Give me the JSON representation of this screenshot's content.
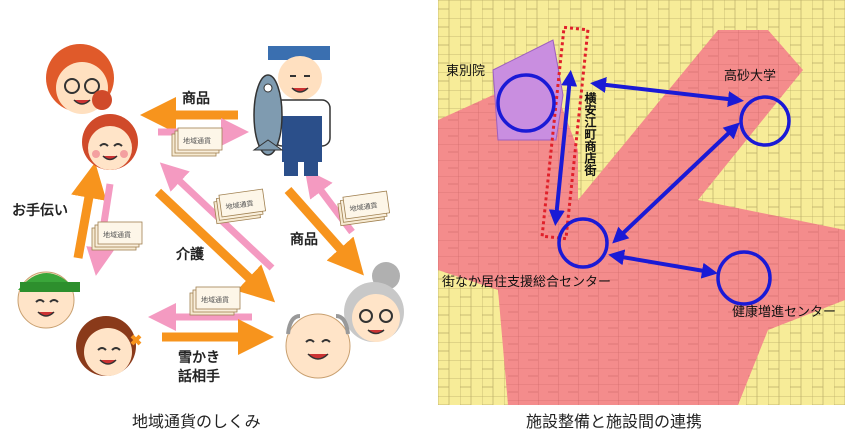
{
  "left": {
    "caption": "地域通貨のしくみ",
    "labels": {
      "goods_top": "商品",
      "help": "お手伝い",
      "care": "介護",
      "goods_right": "商品",
      "snow_line1": "雪かき",
      "snow_line2": "話相手"
    },
    "ticket_text": "地域通貨"
  },
  "right": {
    "caption": "施設整備と施設間の連携",
    "labels": {
      "temple": "東別院",
      "university": "高砂大学",
      "street": "横安江町商店街",
      "center": "街なか居住支援総合センター",
      "health": "健康増進センター"
    }
  },
  "colors": {
    "orange_arrow": "#f7941d",
    "pink_arrow": "#f49ac1",
    "blue_arrow": "#1a1ad6",
    "map_yellow": "#f7ec98",
    "map_pink": "#f48c8c",
    "map_purple": "#c98ee0",
    "red_dotted": "#e0202a"
  }
}
